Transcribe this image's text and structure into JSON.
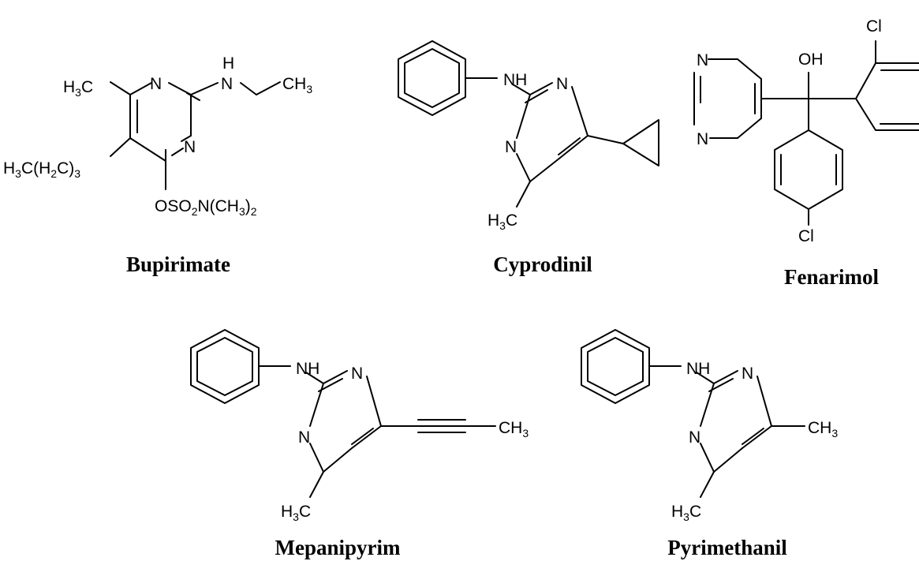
{
  "compounds": [
    {
      "name": "Bupirimate",
      "atoms": {
        "ring_ch3": "H3C",
        "n_top": "N",
        "nh": "H\nN",
        "ethyl_ch3": "CH3",
        "n_right": "N",
        "butyl": "H3C(H2C)3",
        "sulfamate": "OSO2N(CH3)2"
      }
    },
    {
      "name": "Cyprodinil",
      "atoms": {
        "nh": "NH",
        "n1": "N",
        "n3": "N",
        "ch3": "H3C"
      }
    },
    {
      "name": "Fenarimol",
      "atoms": {
        "n1": "N",
        "n3": "N",
        "oh": "OH",
        "cl_top": "Cl",
        "cl_bottom": "Cl"
      }
    },
    {
      "name": "Mepanipyrim",
      "atoms": {
        "nh": "NH",
        "n1": "N",
        "n3": "N",
        "ch3_chain": "CH3",
        "ch3": "H3C"
      }
    },
    {
      "name": "Pyrimethanil",
      "atoms": {
        "nh": "NH",
        "n1": "N",
        "n3": "N",
        "ch3_right": "CH3",
        "ch3": "H3C"
      }
    }
  ]
}
